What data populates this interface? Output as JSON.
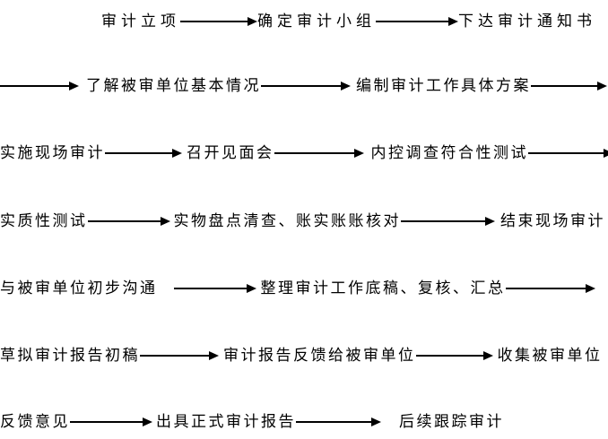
{
  "flow": {
    "description_rows": [
      {
        "nodes": [
          "审计立项",
          "确定审计小组",
          "下达审计通知书"
        ]
      },
      {
        "nodes": [
          "了解被审单位基本情况",
          "编制审计工作具体方案"
        ]
      },
      {
        "nodes": [
          "实施现场审计",
          "召开见面会",
          "内控调查符合性测试"
        ]
      },
      {
        "nodes": [
          "实质性测试",
          "实物盘点清查、账实账账核对",
          "结束现场审计"
        ]
      },
      {
        "nodes": [
          "与被审单位初步沟通",
          "整理审计工作底稿、复核、汇总"
        ]
      },
      {
        "nodes": [
          "草拟审计报告初稿",
          "审计报告反馈给被审单位",
          "收集被审单位"
        ]
      },
      {
        "nodes": [
          "反馈意见",
          "出具正式审计报告",
          "后续跟踪审计"
        ]
      }
    ],
    "colors": {
      "text": "#000000",
      "arrow": "#000000",
      "background": "#ffffff"
    }
  }
}
